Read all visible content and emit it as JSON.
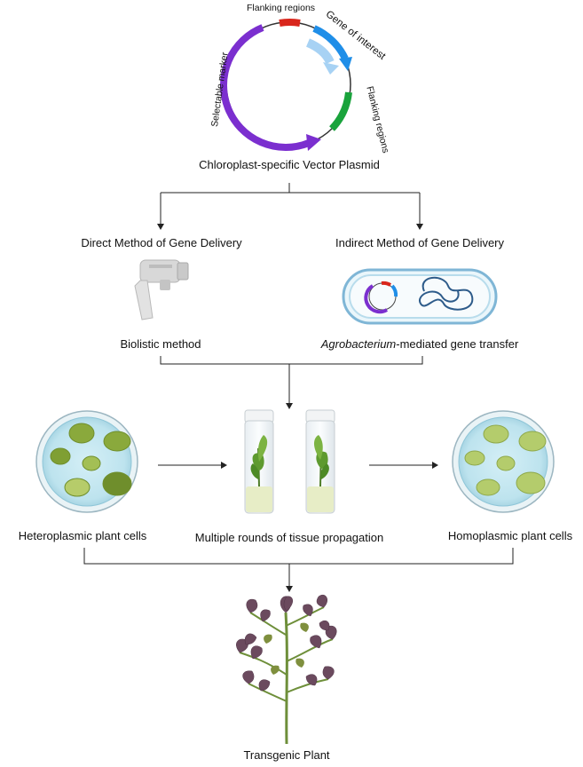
{
  "plasmid": {
    "title": "Chloroplast-specific Vector Plasmid",
    "flanking_top": "Flanking regions",
    "gene_of_interest": "Gene of interest",
    "flanking_right": "Flanking regions",
    "selectable_marker": "Selectable marker",
    "colors": {
      "marker": "#7b2fcf",
      "flank_red": "#d9261c",
      "gene": "#1f8ee8",
      "gene_light": "#a7d2f4",
      "flank_green": "#1aa33c"
    }
  },
  "delivery": {
    "direct_title": "Direct Method of Gene Delivery",
    "direct_method": "Biolistic method",
    "indirect_title": "Indirect Method of Gene Delivery",
    "indirect_method_italic": "Agrobacterium",
    "indirect_method_rest": "-mediated gene transfer"
  },
  "culture": {
    "hetero": "Heteroplasmic plant cells",
    "propagation": "Multiple rounds of tissue propagation",
    "homo": "Homoplasmic plant cells"
  },
  "result": {
    "label": "Transgenic Plant"
  }
}
